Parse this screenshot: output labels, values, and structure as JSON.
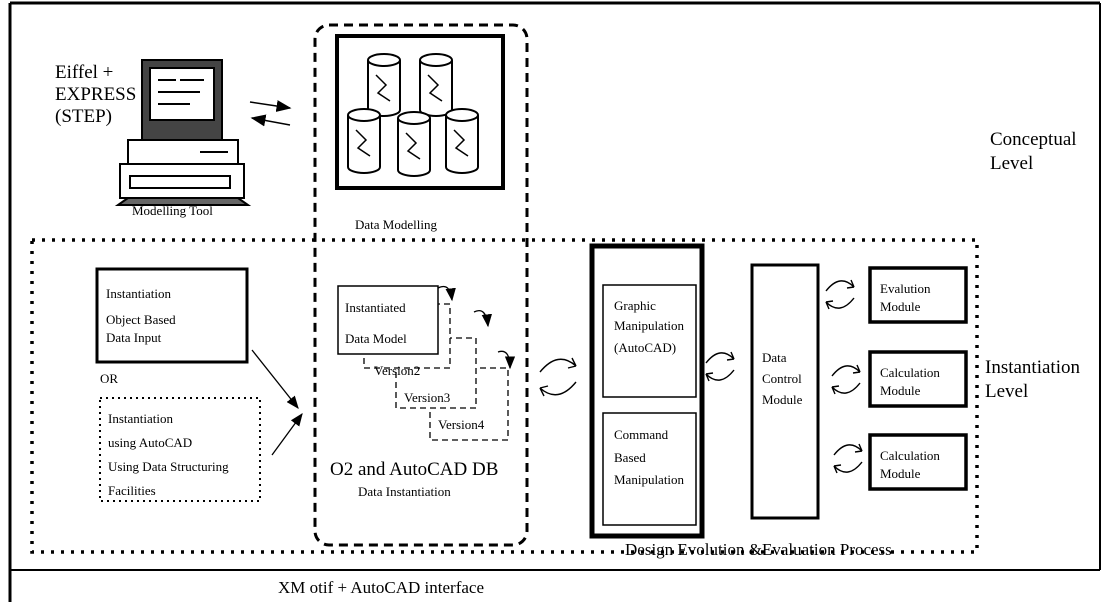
{
  "top_left_text": [
    "Eiffel +",
    "EXPRESS",
    "(STEP)"
  ],
  "modelling_tool_label": "Modelling Tool",
  "data_modelling_label": "Data Modelling",
  "conceptual_level": [
    "Conceptual",
    "Level"
  ],
  "instantiation_level": [
    "Instantiation",
    "Level"
  ],
  "instantiation_box": [
    "Instantiation",
    "Object Based",
    "Data Input"
  ],
  "or_label": "OR",
  "autocad_box": [
    "Instantiation",
    "using AutoCAD",
    "Using Data Structuring",
    "Facilities"
  ],
  "instantiated_box": [
    "Instantiated",
    "Data Model"
  ],
  "versions": [
    "Version2",
    "Version3",
    "Version4"
  ],
  "o2_label": "O2 and AutoCAD DB",
  "data_instantiation_label": "Data Instantiation",
  "graphic_manipulation": [
    "Graphic",
    "Manipulation",
    "(AutoCAD)"
  ],
  "command_manipulation": [
    "Command",
    "Based",
    "Manipulation"
  ],
  "data_control": [
    "Data",
    "Control",
    "Module"
  ],
  "evaluation_module": [
    "Evalution",
    "Module"
  ],
  "calculation_module_1": [
    "Calculation",
    "Module"
  ],
  "calculation_module_2": [
    "Calculation",
    "Module"
  ],
  "design_evolution_label": "Design Evolution &Evaluation Process",
  "xmotif_label": "XM otif + AutoCAD interface"
}
